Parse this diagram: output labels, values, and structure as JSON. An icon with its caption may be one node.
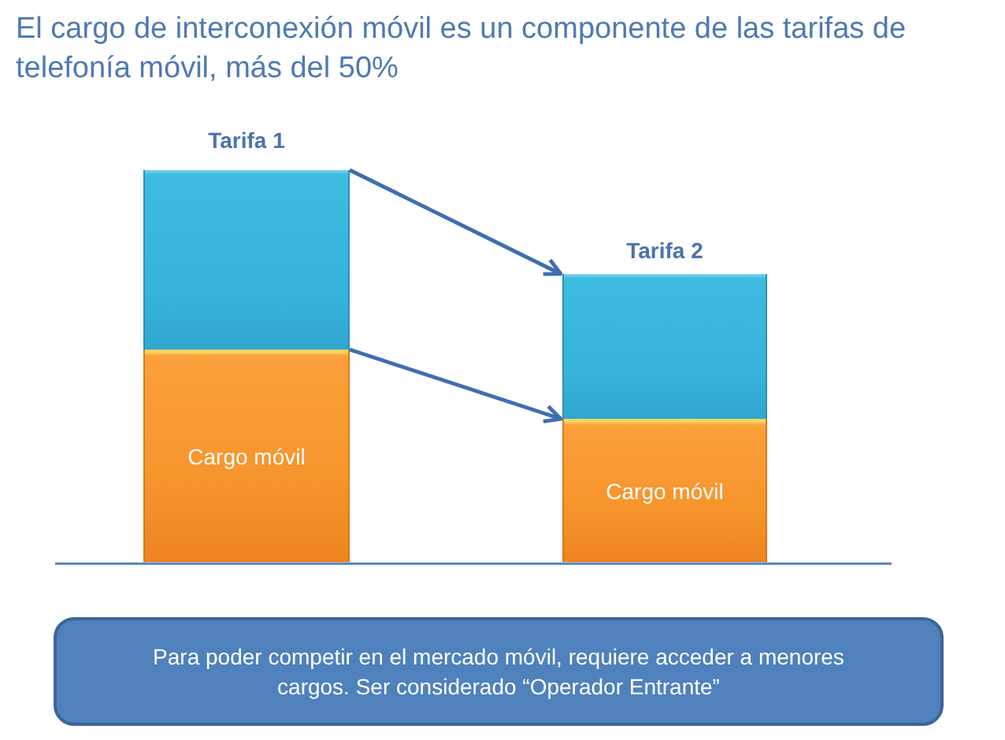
{
  "diagram": {
    "title": "El cargo de interconexión móvil es un componente de las tarifas de telefonía móvil, más del 50%",
    "nodes": [
      {
        "text": [
          "Tarifa 1"
        ]
      },
      {
        "text": [],
        "shape": "bar",
        "in": 0
      },
      {
        "text": [
          "Cargo móvil"
        ],
        "in": 0
      },
      {
        "text": [
          "Tarifa 2"
        ]
      },
      {
        "text": [],
        "shape": "bar",
        "in": 3
      },
      {
        "text": [
          "Cargo móvil"
        ],
        "in": 3
      },
      {
        "text": [
          "Para poder competir en el mercado móvil, requiere acceder a menores cargos. Ser considerado “Operador Entrante”"
        ]
      }
    ],
    "edges": [
      {
        "from": 1,
        "to": 4,
        "arrow": "to"
      },
      {
        "from": 2,
        "to": 5,
        "arrow": "to"
      }
    ]
  }
}
